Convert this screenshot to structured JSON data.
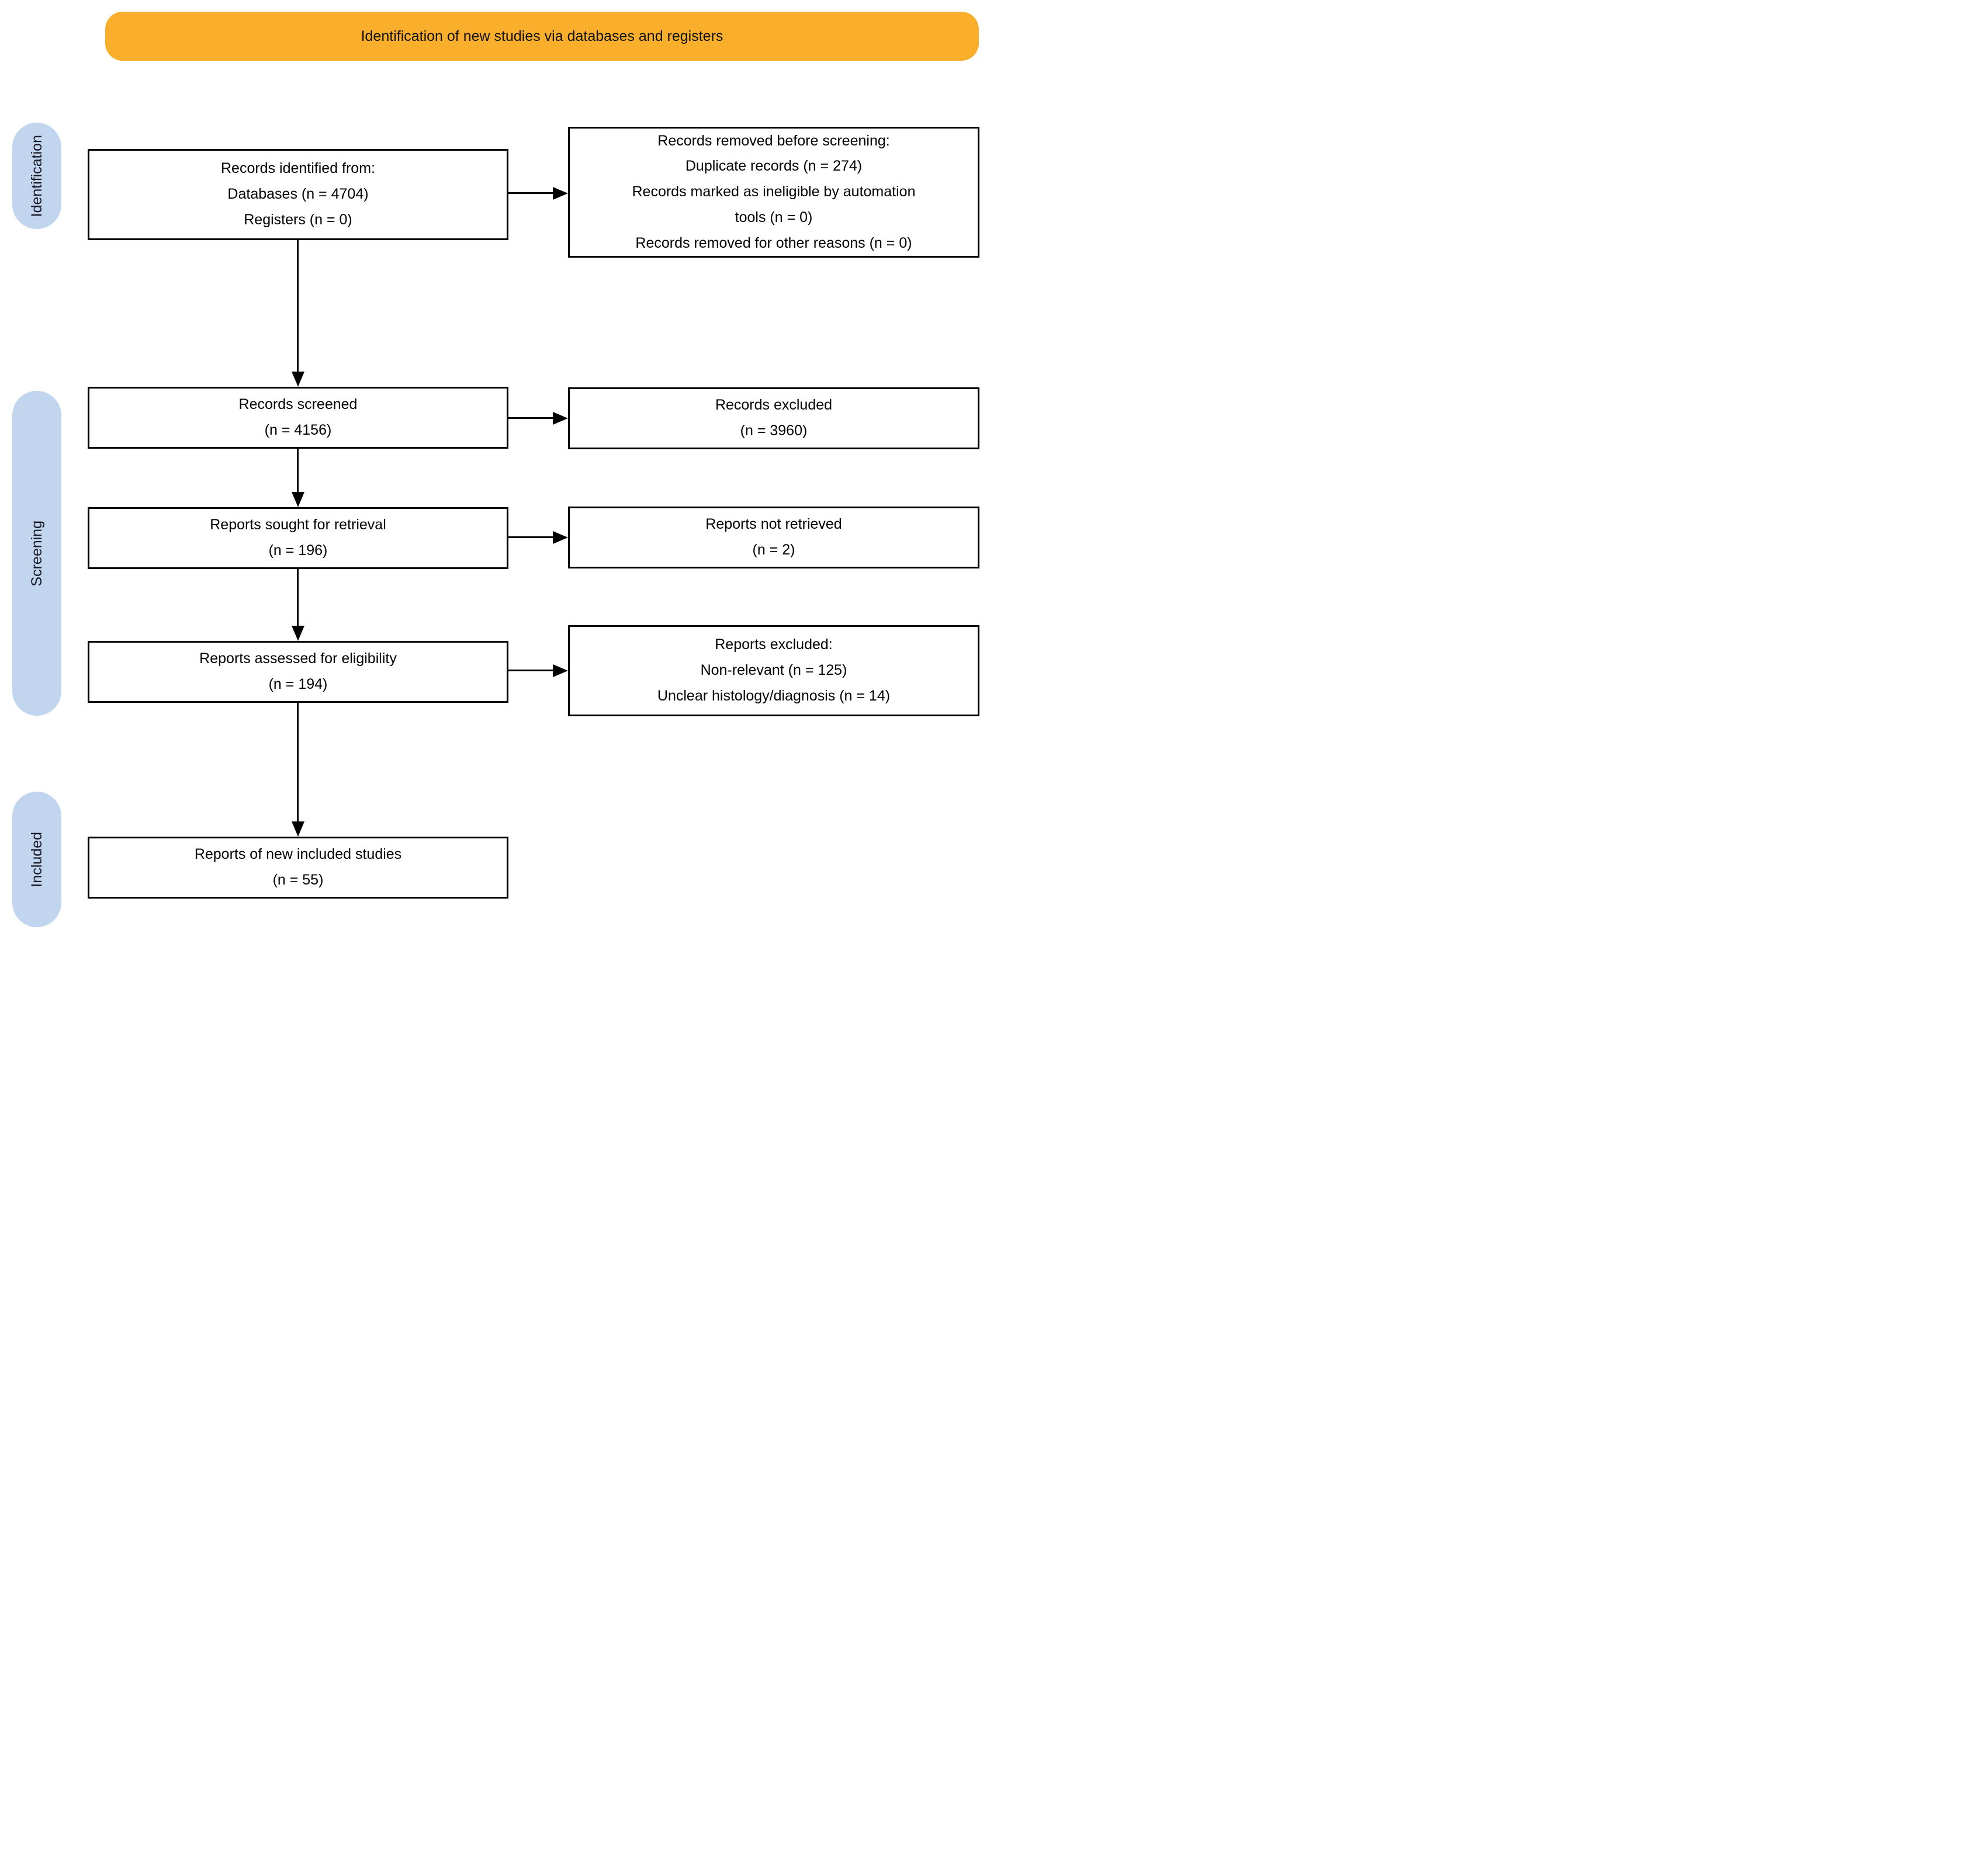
{
  "banner": {
    "label": "Identification of new studies via databases and registers"
  },
  "stages": {
    "identification": {
      "label": "Identification"
    },
    "screening": {
      "label": "Screening"
    },
    "included": {
      "label": "Included"
    }
  },
  "boxes": {
    "records_identified": {
      "lines": [
        "Records identified from:",
        "Databases (n = 4704)",
        "Registers (n = 0)"
      ]
    },
    "records_removed": {
      "lines": [
        "Records removed before screening:",
        "Duplicate records (n = 274)",
        "Records marked as ineligible by automation",
        "tools (n = 0)",
        "Records removed for other reasons (n = 0)"
      ]
    },
    "records_screened": {
      "lines": [
        "Records screened",
        "(n = 4156)"
      ]
    },
    "records_excluded": {
      "lines": [
        "Records excluded",
        "(n = 3960)"
      ]
    },
    "reports_sought": {
      "lines": [
        "Reports sought for retrieval",
        "(n = 196)"
      ]
    },
    "reports_not_retrieved": {
      "lines": [
        "Reports not retrieved",
        "(n = 2)"
      ]
    },
    "reports_assessed": {
      "lines": [
        "Reports assessed for eligibility",
        "(n = 194)"
      ]
    },
    "reports_excluded": {
      "lines": [
        "Reports excluded:",
        "Non-relevant (n = 125)",
        "Unclear histology/diagnosis (n = 14)"
      ]
    },
    "reports_included": {
      "lines": [
        "Reports of new included studies",
        "(n = 55)"
      ]
    }
  },
  "colors": {
    "banner_bg": "#F9AE2C",
    "stage_band_bg": "#C1D5EF",
    "box_border": "#000000",
    "text": "#000000",
    "background": "#FFFFFF"
  }
}
